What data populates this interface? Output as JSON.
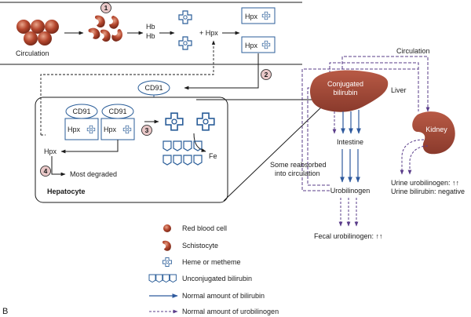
{
  "panel_letter": "B",
  "steps": {
    "s1": "1",
    "s2": "2",
    "s3": "3",
    "s4": "4"
  },
  "labels": {
    "circulation_left": "Circulation",
    "hb1": "Hb",
    "hb2": "Hb",
    "plus_hpx": "+ Hpx",
    "hpx_box1": "Hpx",
    "hpx_box2": "Hpx",
    "cd91_top": "CD91",
    "cd91_a": "CD91",
    "cd91_b": "CD91",
    "hpx_in_a": "Hpx",
    "hpx_in_b": "Hpx",
    "fe": "Fe",
    "hpx_free": "Hpx",
    "most_degraded": "Most degraded",
    "hepatocyte": "Hepatocyte",
    "circulation_right": "Circulation",
    "conjugated_line1": "Conjugated",
    "conjugated_line2": "bilirubin",
    "liver": "Liver",
    "kidney": "Kidney",
    "intestine": "Intestine",
    "reabsorbed_line1": "Some reabsorbed",
    "reabsorbed_line2": "into circulation",
    "urobilinogen": "Urobilinogen",
    "urine_uro": "Urine urobilinogen: ↑↑",
    "urine_bili": "Urine bilirubin: negative",
    "fecal": "Fecal urobilinogen: ↑↑"
  },
  "legend": [
    {
      "icon": "red-blood-cell-icon",
      "label": "Red blood cell"
    },
    {
      "icon": "schistocyte-icon",
      "label": "Schistocyte"
    },
    {
      "icon": "heme-icon",
      "label": "Heme or metheme"
    },
    {
      "icon": "unconjugated-bilirubin-icon",
      "label": "Unconjugated bilirubin"
    },
    {
      "icon": "solid-arrow-icon",
      "label": "Normal amount of bilirubin"
    },
    {
      "icon": "dashed-arrow-icon",
      "label": "Normal amount of urobilinogen"
    }
  ],
  "colors": {
    "rbc": "#b5472e",
    "organ": "#a0493a",
    "heme_outline": "#2b5e99",
    "bilirubin_arrow": "#2f5a9e",
    "urobilinogen_arrow": "#5a3c8a",
    "step_badge": "#e8c7c7"
  }
}
